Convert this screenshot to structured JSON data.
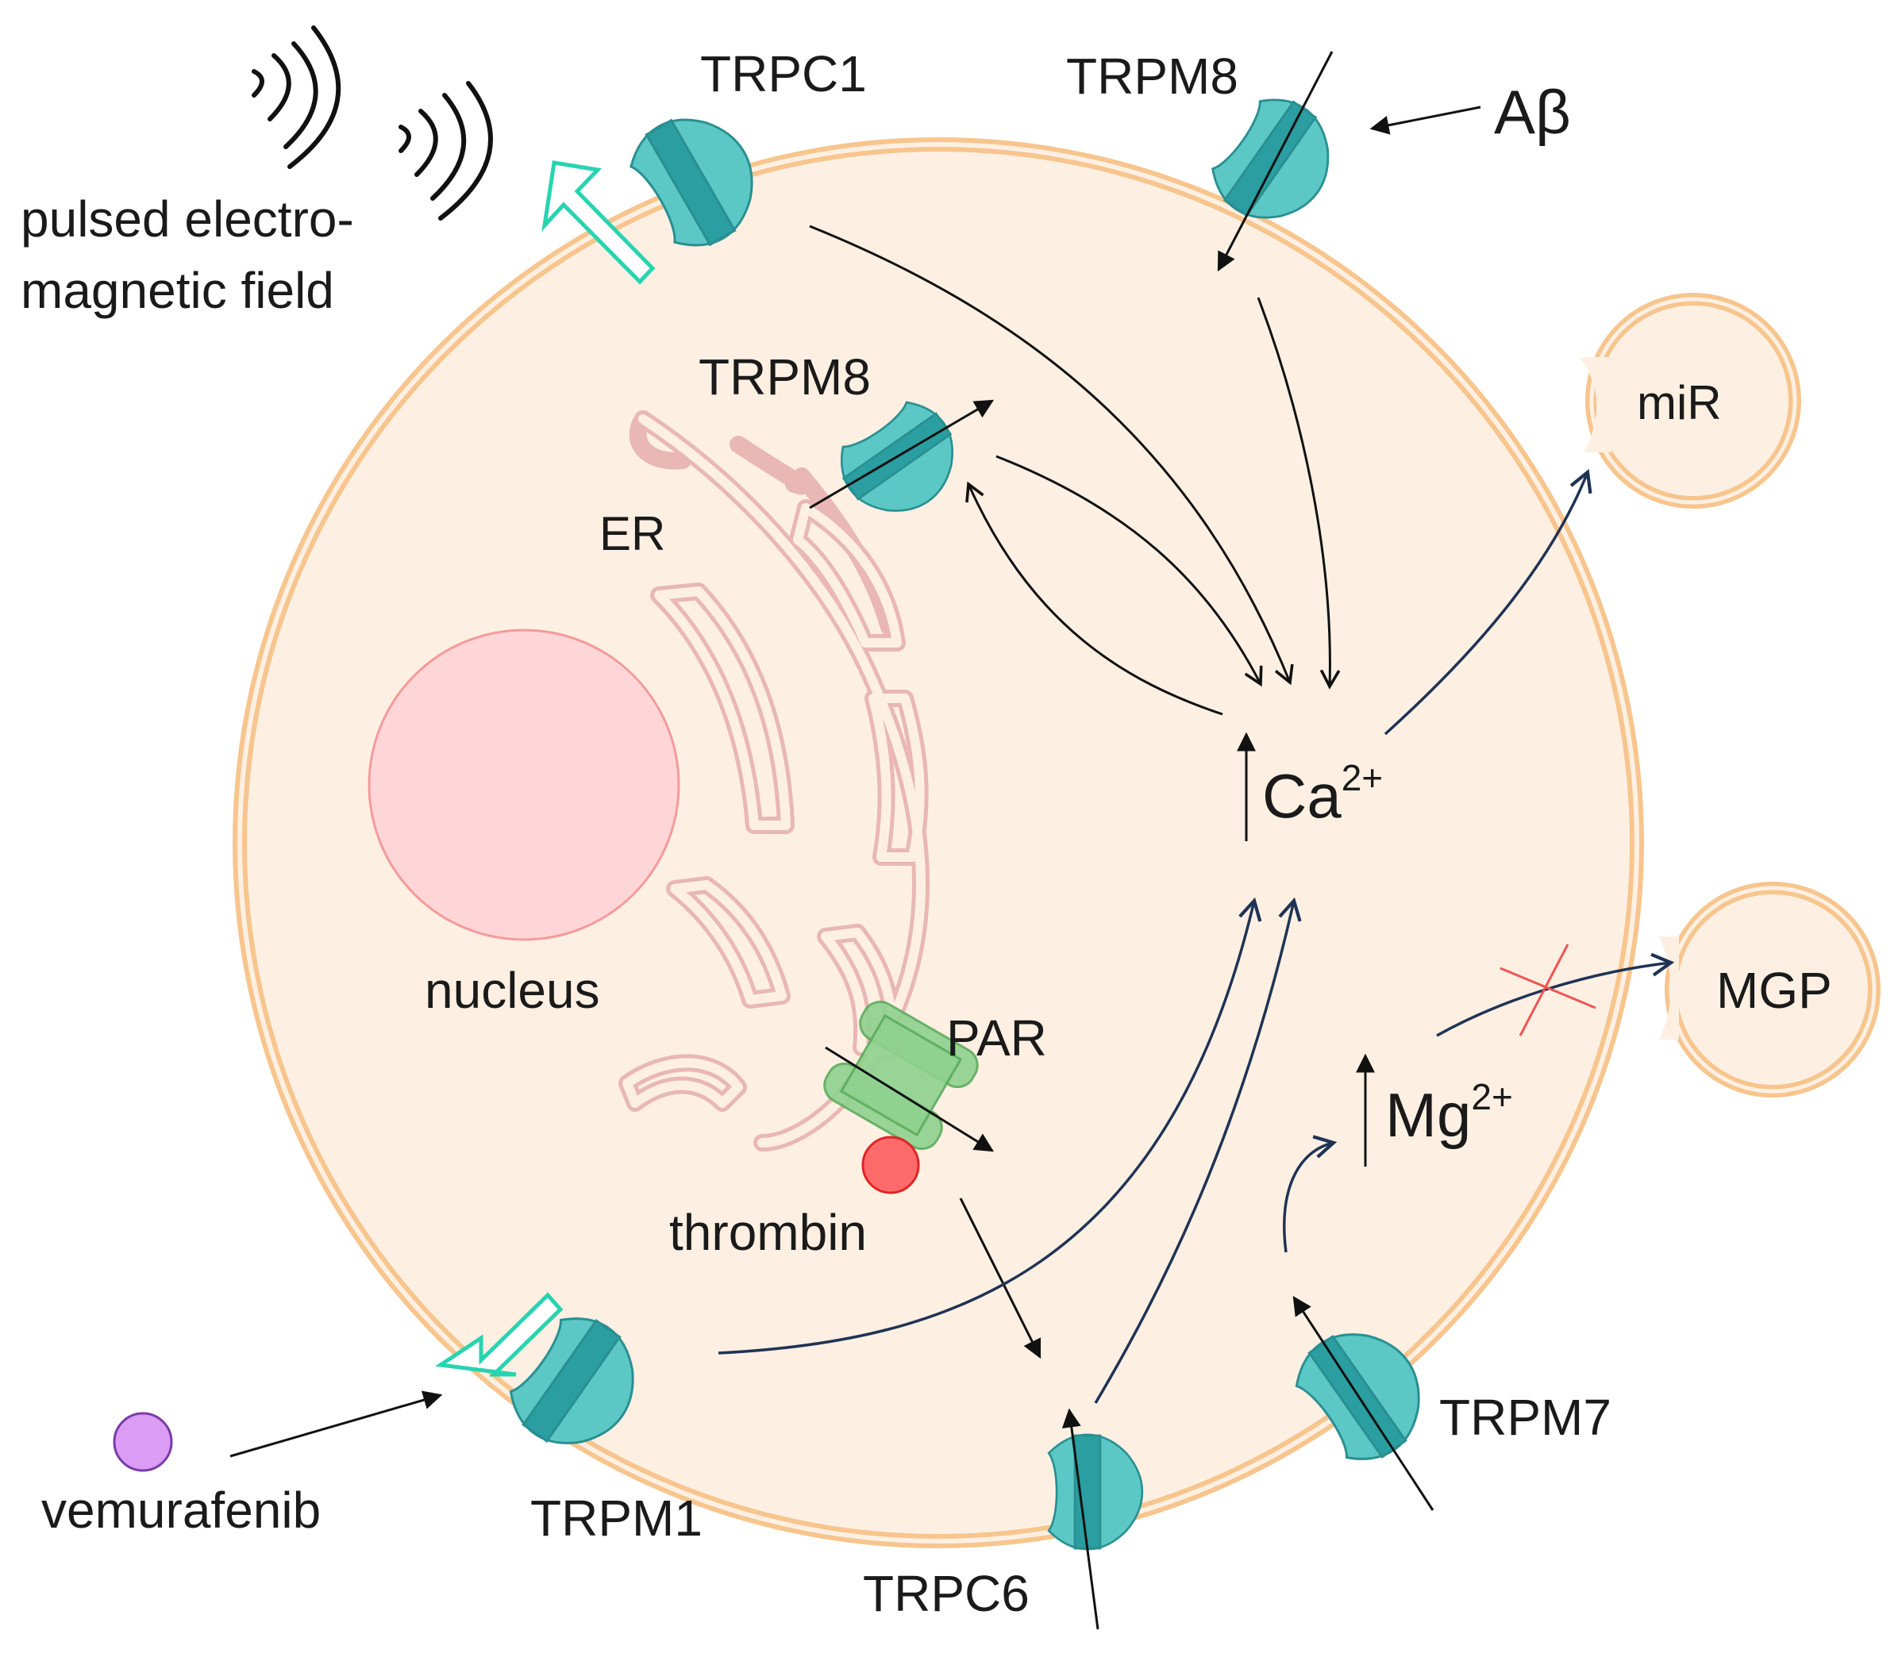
{
  "labels": {
    "trpc1": "TRPC1",
    "trpm8_top": "TRPM8",
    "abeta": "Aβ",
    "pemf_line1": "pulsed electro-",
    "pemf_line2": "magnetic field",
    "trpm8_er": "TRPM8",
    "er": "ER",
    "mir": "miR",
    "nucleus": "nucleus",
    "ca_base": "Ca",
    "ca_sup": "2+",
    "mgp": "MGP",
    "par": "PAR",
    "mg_base": "Mg",
    "mg_sup": "2+",
    "thrombin": "thrombin",
    "vemurafenib": "vemurafenib",
    "trpm1": "TRPM1",
    "trpm7": "TRPM7",
    "trpc6": "TRPC6"
  },
  "colors": {
    "cytoplasm": "#fdf0e3",
    "membrane": "#f7c58d",
    "channel": "#5bc8c6",
    "channel_core": "#2a9ea0",
    "channel_stroke": "#2a8f91",
    "er_stroke": "#e9b7b4",
    "nucleus_fill": "#ffd6d8",
    "nucleus_stroke": "#f59a9a",
    "par_fill": "#8fd18f",
    "thrombin_fill": "#ff6b6b",
    "vemurafenib_fill": "#da9cf5",
    "ion_arrow": "#1f3355",
    "stimulus_arrow": "#27d4b0",
    "inhibit_cross": "#f25454"
  }
}
